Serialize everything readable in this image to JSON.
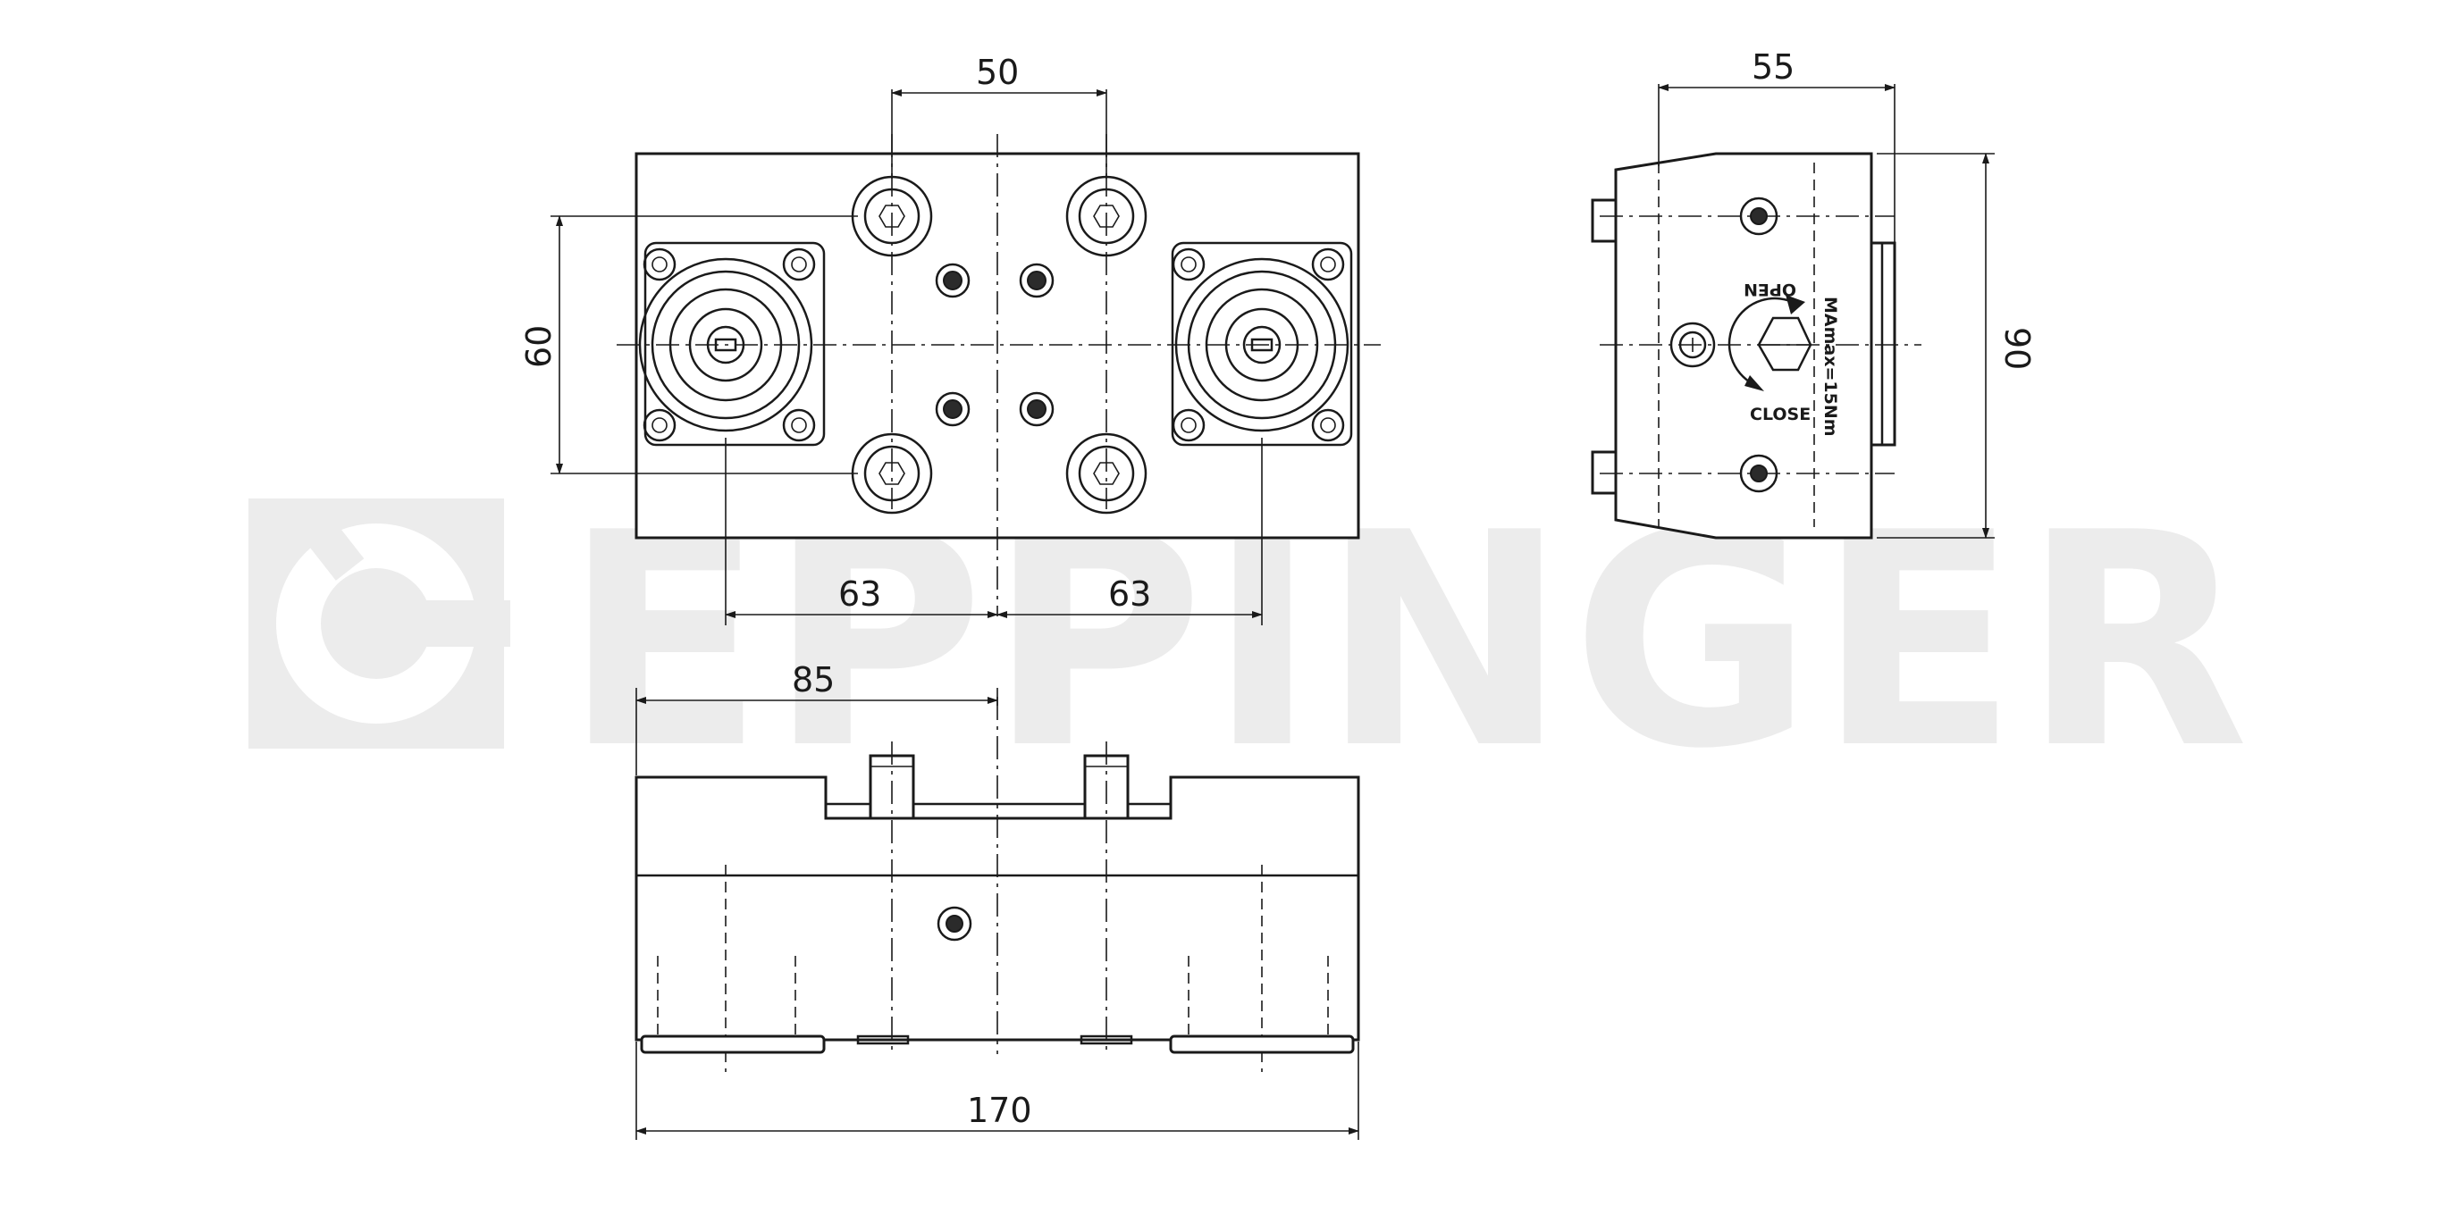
{
  "watermark": {
    "text": "EPPINGER",
    "color": "#ececec"
  },
  "dimensions": {
    "top_spacing": "50",
    "top_height": "60",
    "top_left_offset": "63",
    "top_right_offset": "63",
    "front_half_width": "85",
    "front_total_width": "170",
    "side_width": "55",
    "side_height": "90"
  },
  "side_labels": {
    "open": "OPEN",
    "close": "CLOSE",
    "torque": "MAmax=15Nm"
  },
  "icons": [
    "rotation-arrow-icon",
    "hex-socket-icon"
  ]
}
